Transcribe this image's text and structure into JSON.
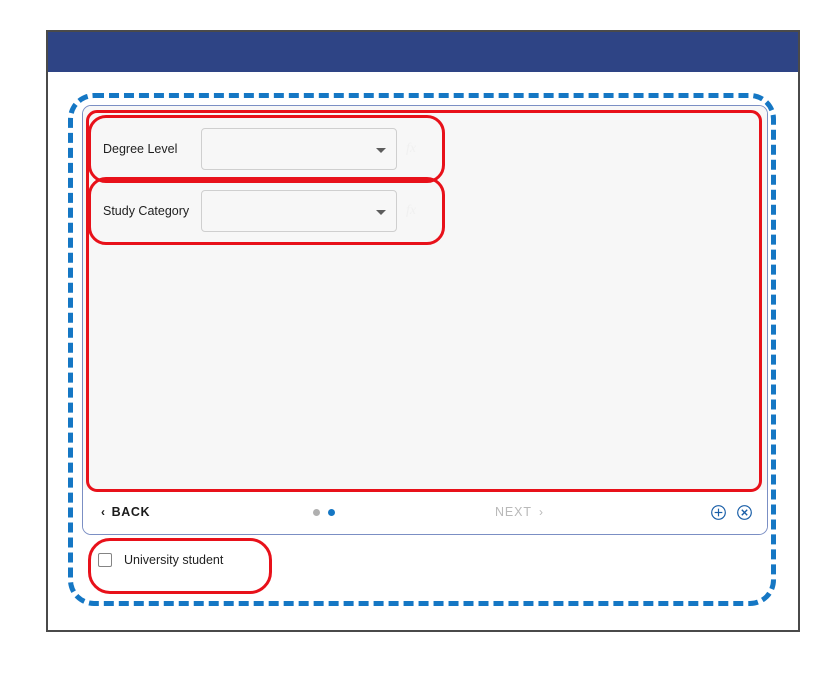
{
  "window": {
    "title_bar_color": "#2e4485"
  },
  "annotation": {
    "dashed_frame_color": "#1577c4",
    "highlight_color": "#e8111a"
  },
  "form": {
    "rows": [
      {
        "label": "Degree Level",
        "value": "",
        "placeholder": "",
        "caret_icon": "chevron-down-icon",
        "fx_icon": "fx"
      },
      {
        "label": "Study Category",
        "value": "",
        "placeholder": "",
        "caret_icon": "chevron-down-icon",
        "fx_icon": "fx"
      }
    ]
  },
  "footer": {
    "back_label": "BACK",
    "back_chevron": "‹",
    "next_label": "NEXT",
    "next_chevron": "›",
    "next_enabled": false,
    "dots": [
      {
        "active": false
      },
      {
        "active": true
      }
    ],
    "actions": [
      {
        "icon": "plus-circle-icon"
      },
      {
        "icon": "close-circle-icon"
      }
    ],
    "action_color": "#1a5fa8"
  },
  "checkbox": {
    "label": "University student",
    "checked": false
  }
}
